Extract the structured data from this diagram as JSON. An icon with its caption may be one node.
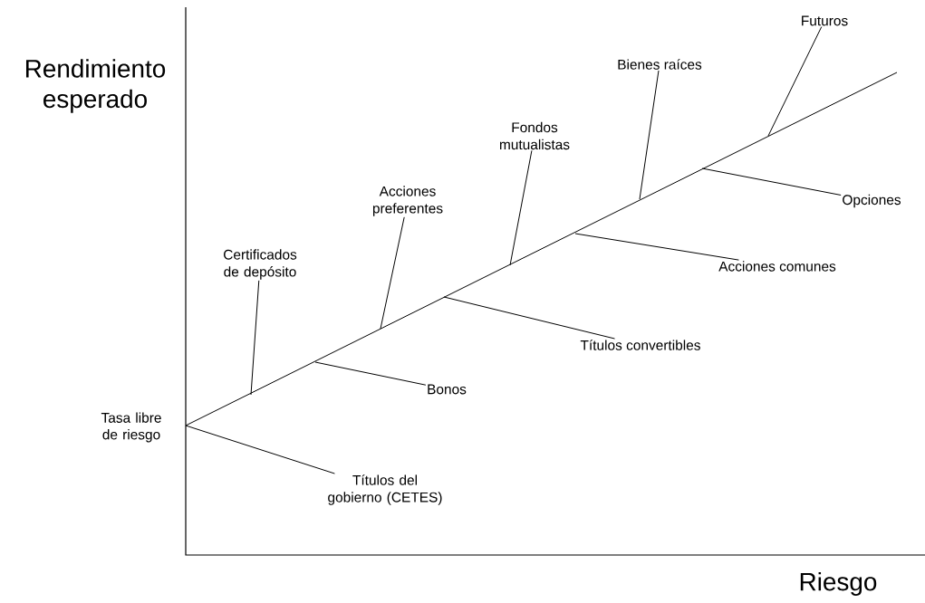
{
  "diagram": {
    "nodes": [
      {
        "text": [
          "Futuros"
        ]
      },
      {
        "text": [
          "Bienes raíces"
        ]
      },
      {
        "text": [
          "Fondos mutualistas"
        ]
      },
      {
        "text": [
          "Acciones preferentes"
        ]
      },
      {
        "text": [
          "Certificados de depósito"
        ]
      },
      {
        "text": [
          "Opciones"
        ]
      },
      {
        "text": [
          "Acciones comunes"
        ]
      },
      {
        "text": [
          "Títulos convertibles"
        ]
      },
      {
        "text": [
          "Bonos"
        ]
      },
      {
        "text": [
          "Títulos del gobierno (CETES)"
        ]
      }
    ],
    "edges": [
      {
        "from": 0,
        "to": null,
        "arrow": "none"
      },
      {
        "from": 1,
        "to": null,
        "arrow": "none"
      },
      {
        "from": 2,
        "to": null,
        "arrow": "none"
      },
      {
        "from": 3,
        "to": null,
        "arrow": "none"
      },
      {
        "from": 4,
        "to": null,
        "arrow": "none"
      },
      {
        "from": 5,
        "to": null,
        "arrow": "none"
      },
      {
        "from": 6,
        "to": null,
        "arrow": "none"
      },
      {
        "from": 7,
        "to": null,
        "arrow": "none"
      },
      {
        "from": 8,
        "to": null,
        "arrow": "none"
      },
      {
        "from": 9,
        "to": null,
        "arrow": "none"
      }
    ],
    "labels": [
      "Rendimiento esperado",
      "Tasa libre de riesgo",
      "Riesgo"
    ]
  }
}
